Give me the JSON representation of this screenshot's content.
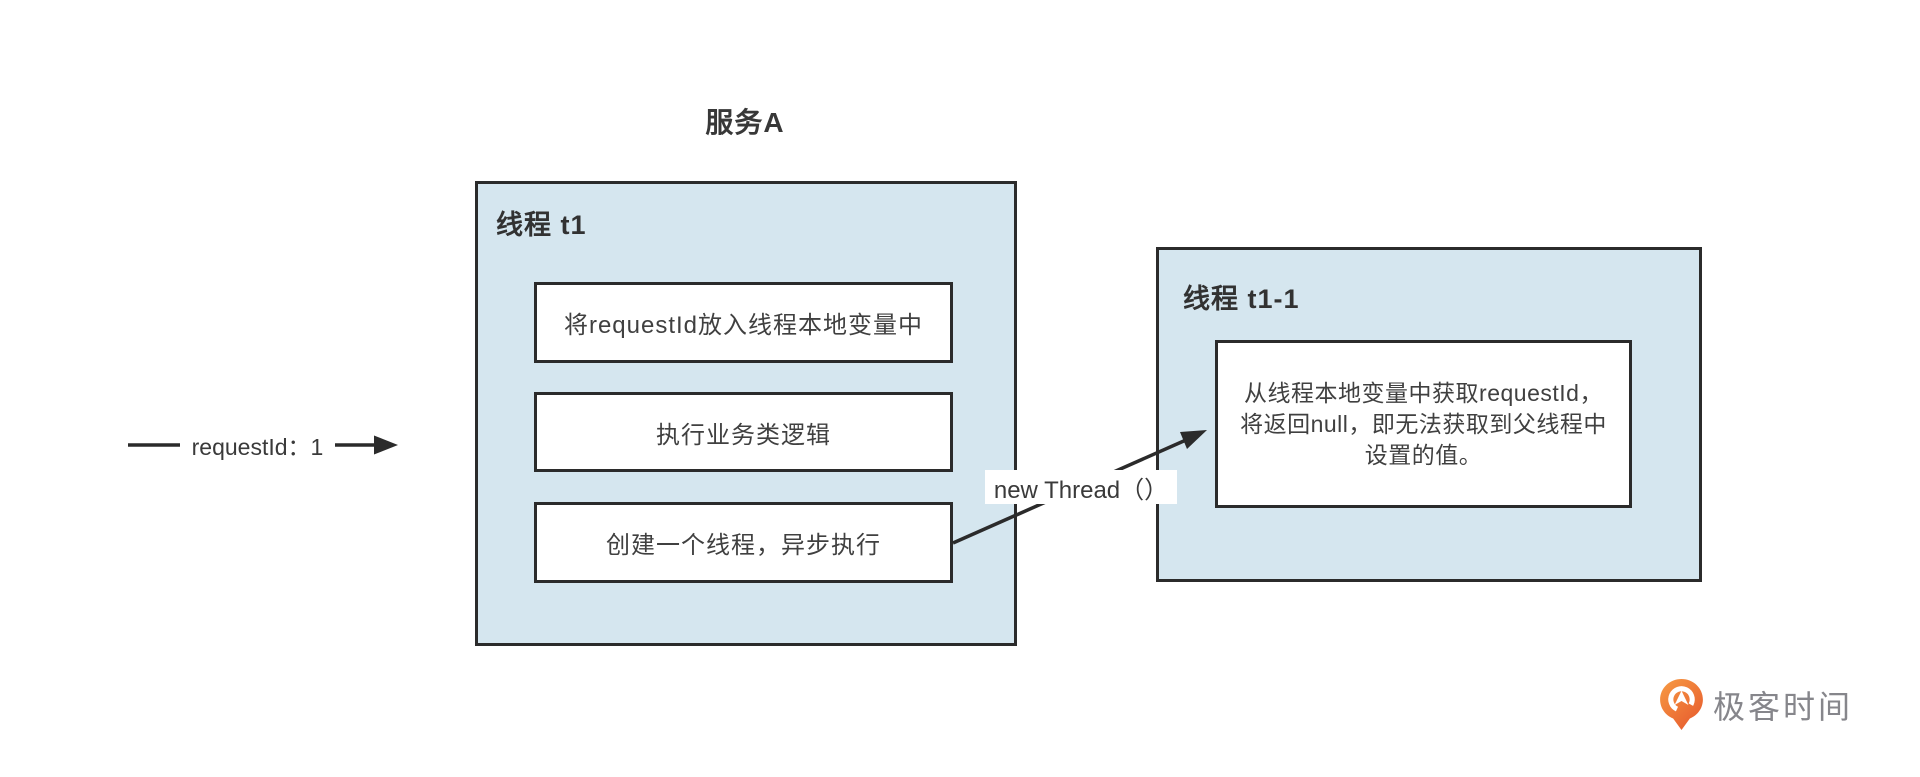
{
  "service_a": {
    "title": "服务A",
    "thread_t1": {
      "label": "线程 t1",
      "steps": [
        "将requestId放入线程本地变量中",
        "执行业务类逻辑",
        "创建一个线程，异步执行"
      ]
    }
  },
  "thread_t1_1": {
    "label": "线程 t1-1",
    "note_lines": [
      "从线程本地变量中获取requestId，",
      "将返回null，即无法获取到父线程中",
      "设置的值。"
    ]
  },
  "arrow_labels": {
    "request_id": "requestId：1",
    "new_thread": "new Thread（）"
  },
  "logo": {
    "icon": "geektime-pin-icon",
    "text": "极客时间"
  },
  "colors": {
    "thread_box_fill": "#d5e6ef",
    "stroke": "#2b2b2b",
    "body_text": "#404040",
    "logo_orange_top": "#f79b44",
    "logo_orange_bottom": "#e75c2e",
    "logo_text_gray": "#86868b"
  }
}
